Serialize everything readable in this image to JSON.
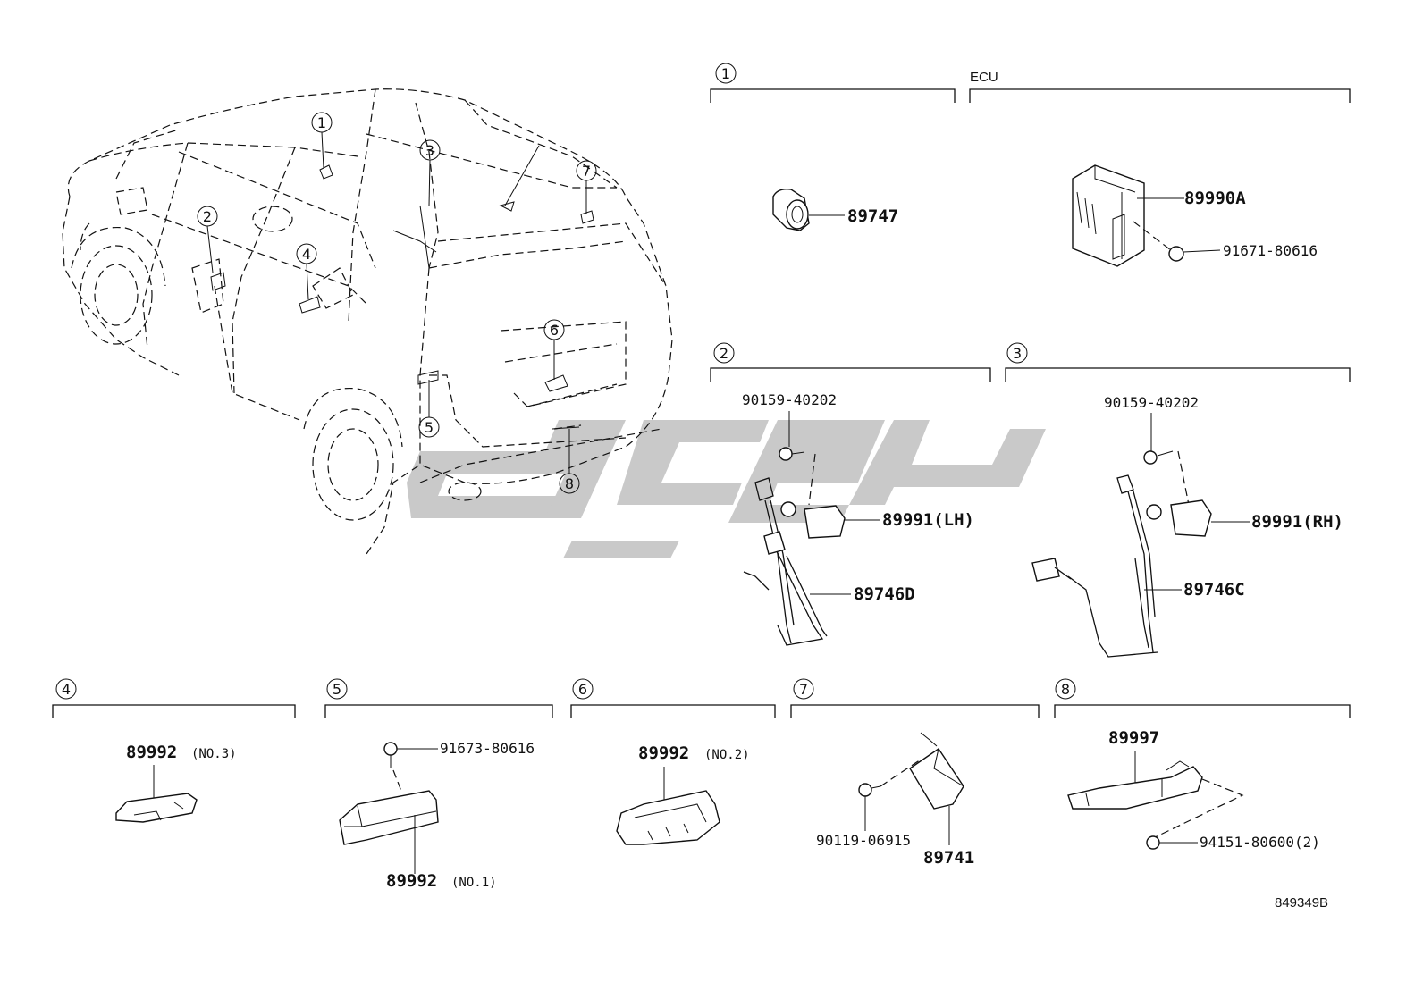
{
  "diagram_id": "849349B",
  "ecu_label": "ECU",
  "callout_numbers": [
    "1",
    "2",
    "3",
    "4",
    "5",
    "6",
    "7",
    "8"
  ],
  "parts": {
    "p89747": "89747",
    "p89990A": "89990A",
    "p91671": "91671-80616",
    "p90159_lh": "90159-40202",
    "p89991_lh": "89991(LH)",
    "p89746D": "89746D",
    "p90159_rh": "90159-40202",
    "p89991_rh": "89991(RH)",
    "p89746C": "89746C",
    "p89992_no3": "89992",
    "note_no3": "(NO.3)",
    "p91673": "91673-80616",
    "p89992_no1": "89992",
    "note_no1": "(NO.1)",
    "p89992_no2": "89992",
    "note_no2": "(NO.2)",
    "p90119": "90119-06915",
    "p89741": "89741",
    "p89997": "89997",
    "p94151": "94151-80600(2)"
  }
}
